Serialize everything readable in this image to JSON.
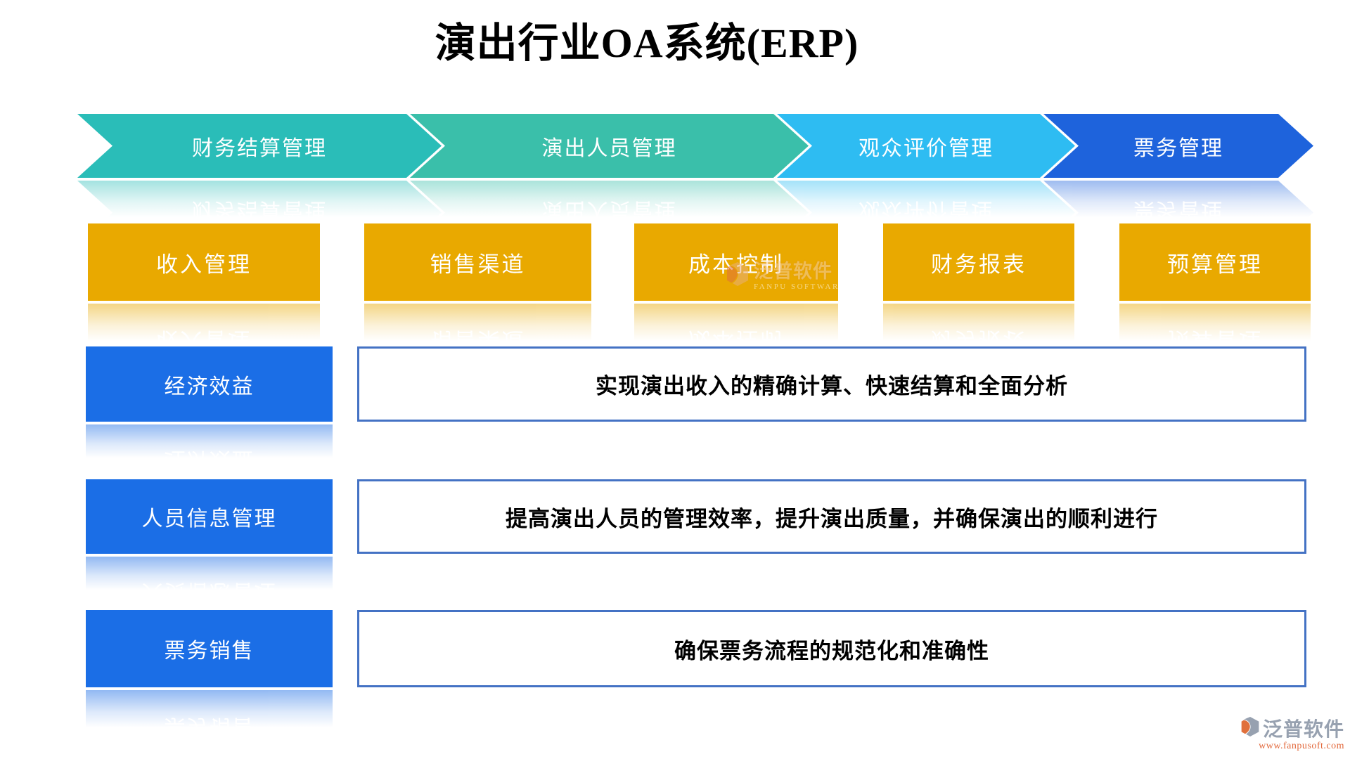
{
  "title": "演出行业OA系统(ERP)",
  "process_flow": {
    "steps": [
      {
        "label": "财务结算管理",
        "color": "#2abdb8"
      },
      {
        "label": "演出人员管理",
        "color": "#3abfaa"
      },
      {
        "label": "观众评价管理",
        "color": "#2ebcf2"
      },
      {
        "label": "票务管理",
        "color": "#1e63dc"
      }
    ]
  },
  "finance_modules": {
    "box_color": "#e9a900",
    "items": [
      {
        "label": "收入管理"
      },
      {
        "label": "销售渠道"
      },
      {
        "label": "成本控制"
      },
      {
        "label": "财务报表"
      },
      {
        "label": "预算管理"
      }
    ]
  },
  "benefit_rows": [
    {
      "label": "经济效益",
      "description": "实现演出收入的精确计算、快速结算和全面分析"
    },
    {
      "label": "人员信息管理",
      "description": "提高演出人员的管理效率，提升演出质量，并确保演出的顺利进行"
    },
    {
      "label": "票务销售",
      "description": "确保票务流程的规范化和准确性"
    }
  ],
  "watermark": {
    "brand": "泛普软件",
    "brand_en": "FANPU SOFTWARE"
  },
  "footer": {
    "brand": "泛普软件",
    "website": "www.fanpusoft.com"
  },
  "colors": {
    "c-teal1": "#2abdb8",
    "c-teal2": "#3abfaa",
    "c-sky": "#2ebcf2",
    "c-royal": "#1e63dc",
    "c-gold": "#e9a900",
    "c-blue": "#1b6ee6",
    "c-border": "#4472c4",
    "c-logo-gray": "#97a1b0",
    "c-logo-orange": "#e2683b"
  }
}
